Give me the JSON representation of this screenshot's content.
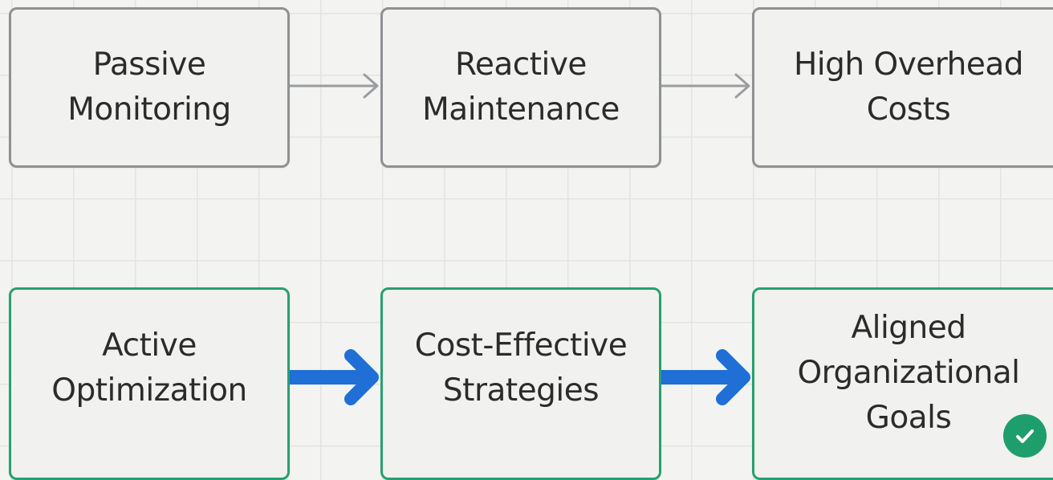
{
  "diagram": {
    "top_row": [
      {
        "label": "Passive\nMonitoring"
      },
      {
        "label": "Reactive\nMaintenance"
      },
      {
        "label": "High Overhead\nCosts"
      }
    ],
    "bottom_row": [
      {
        "label": "Active\nOptimization"
      },
      {
        "label": "Cost-Effective\nStrategies"
      },
      {
        "label": "Aligned\nOrganizational\nGoals"
      }
    ],
    "colors": {
      "legacy_border": "#8e9094",
      "legacy_arrow": "#9a9ca0",
      "modern_border": "#27a070",
      "modern_arrow": "#1f6fd6",
      "check_badge": "#1e9e6a"
    },
    "icons": {
      "completion": "check-circle-icon"
    }
  }
}
